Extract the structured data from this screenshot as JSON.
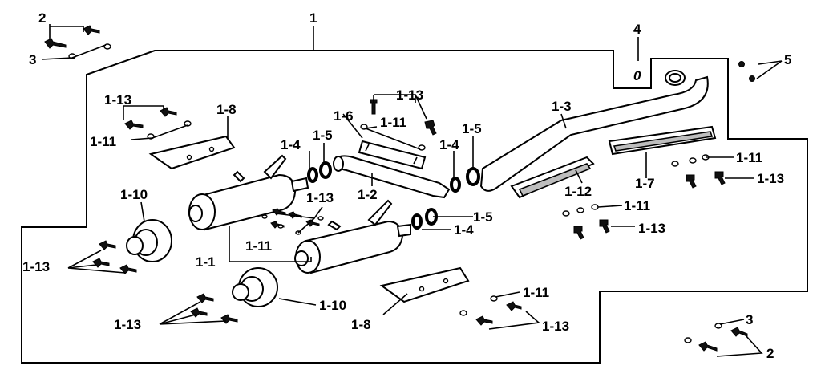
{
  "callouts": {
    "c1": "1",
    "c2a": "2",
    "c3a": "3",
    "c4": "4",
    "c4b": "0",
    "c5": "5",
    "c113a": "1-13",
    "c18a": "1-8",
    "c111a": "1-11",
    "c16": "1-6",
    "c113b": "1-13",
    "c111b": "1-11",
    "c14a": "1-4",
    "c15a": "1-5",
    "c14b": "1-4",
    "c15b": "1-5",
    "c13": "1-3",
    "c12": "1-2",
    "c113c": "1-13",
    "c111c": "1-11",
    "c110a": "1-10",
    "c113d": "1-13",
    "c11": "1-1",
    "c15c": "1-5",
    "c14c": "1-4",
    "c112": "1-12",
    "c17": "1-7",
    "c111d": "1-11",
    "c113e": "1-13",
    "c111e": "1-11",
    "c113f": "1-13",
    "c110b": "1-10",
    "c113g": "1-13",
    "c18b": "1-8",
    "c111f": "1-11",
    "c113h": "1-13",
    "c3b": "3",
    "c2b": "2"
  }
}
